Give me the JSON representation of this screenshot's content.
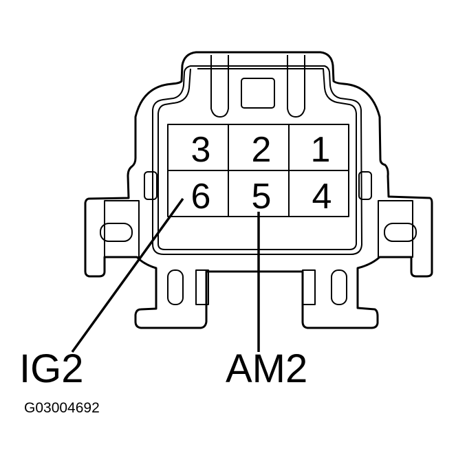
{
  "diagram": {
    "type": "connector-pinout",
    "pins": [
      {
        "id": "3",
        "row": 0,
        "col": 0
      },
      {
        "id": "2",
        "row": 0,
        "col": 1
      },
      {
        "id": "1",
        "row": 0,
        "col": 2
      },
      {
        "id": "6",
        "row": 1,
        "col": 0
      },
      {
        "id": "5",
        "row": 1,
        "col": 1
      },
      {
        "id": "4",
        "row": 1,
        "col": 2
      }
    ],
    "callouts": [
      {
        "label": "IG2",
        "pin": "6"
      },
      {
        "label": "AM2",
        "pin": "5"
      }
    ],
    "figure_code": "G03004692"
  }
}
